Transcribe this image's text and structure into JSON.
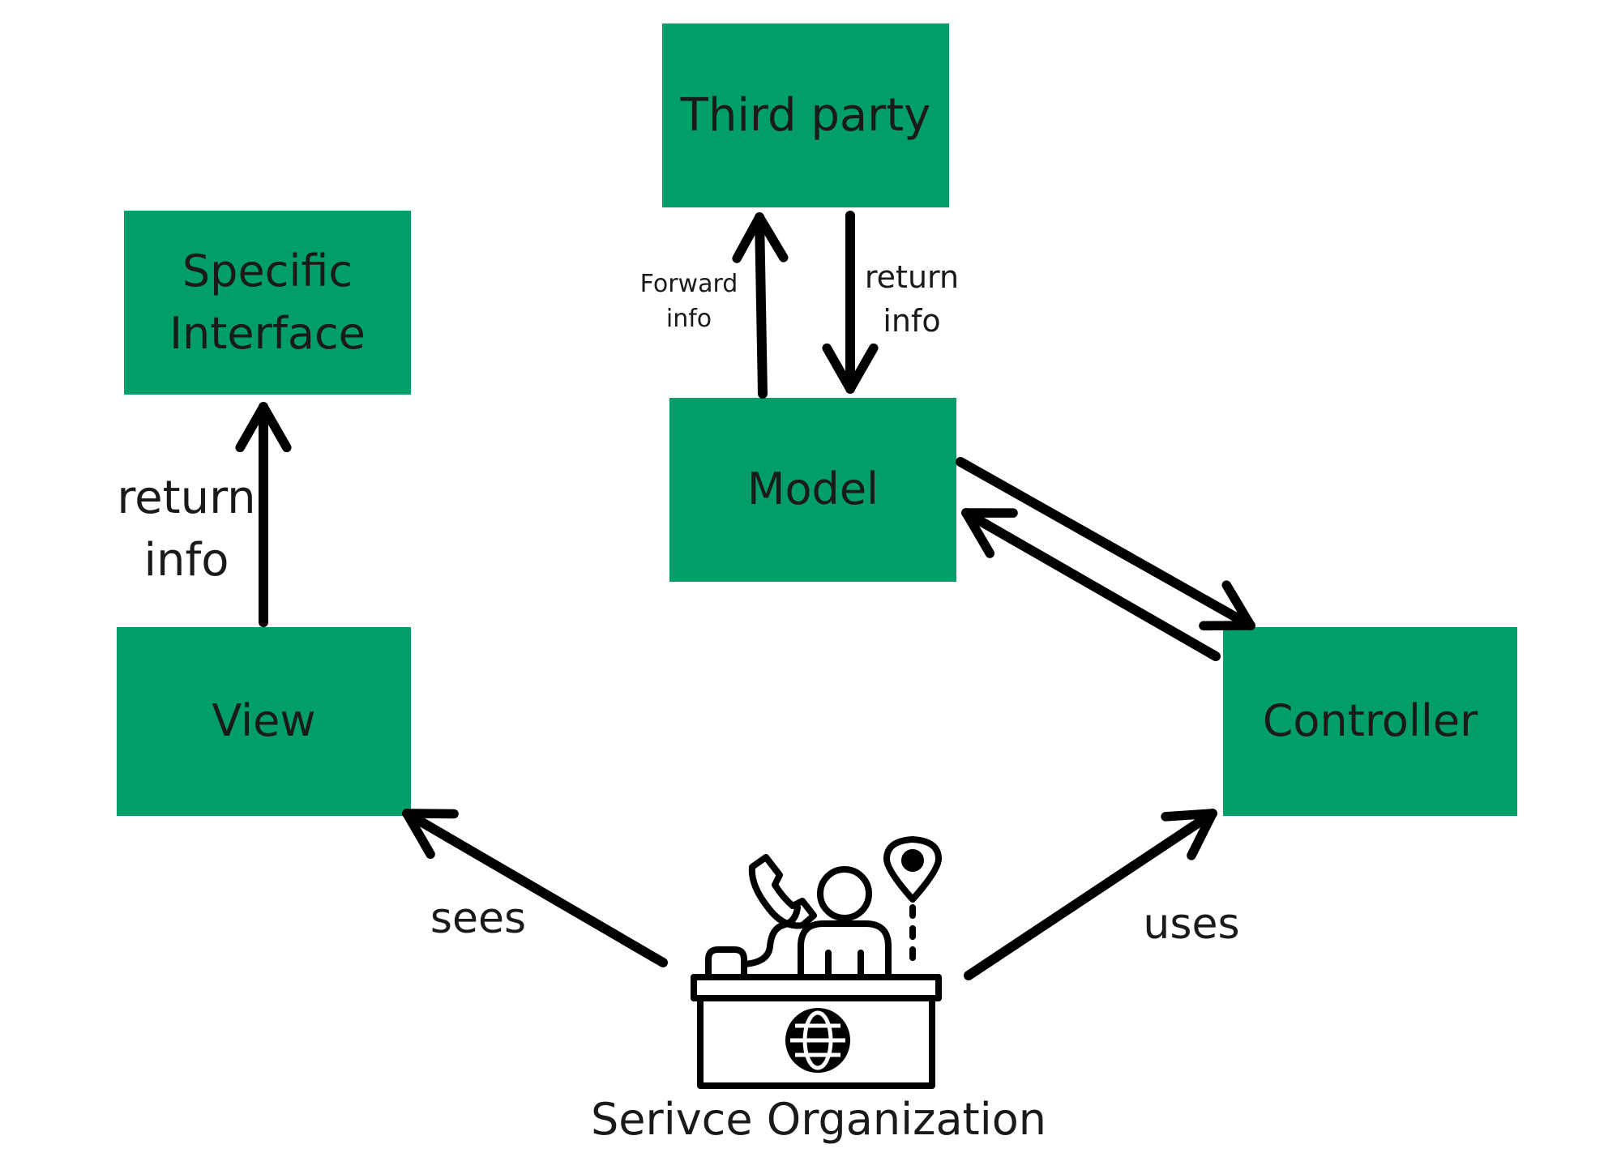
{
  "colors": {
    "box_fill": "#009e68",
    "arrow": "#000000",
    "text": "#1a1a1a",
    "background": "#ffffff"
  },
  "nodes": {
    "third_party": "Third party",
    "specific_interface": "Specific\nInterface",
    "model": "Model",
    "view": "View",
    "controller": "Controller"
  },
  "labels": {
    "forward_info": "Forward\ninfo",
    "return_info_top": "return\ninfo",
    "return_info_left": "return\ninfo",
    "sees": "sees",
    "uses": "uses",
    "service_organization": "Serivce Organization"
  },
  "icons": {
    "actor": "receptionist-desk-icon",
    "phone": "telephone-icon",
    "location": "location-pin-icon",
    "globe": "globe-icon"
  },
  "edges": [
    {
      "from": "model",
      "to": "third_party",
      "label": "Forward info"
    },
    {
      "from": "third_party",
      "to": "model",
      "label": "return info"
    },
    {
      "from": "view",
      "to": "specific_interface",
      "label": "return info"
    },
    {
      "from": "model",
      "to": "controller",
      "label": ""
    },
    {
      "from": "controller",
      "to": "model",
      "label": ""
    },
    {
      "from": "service_organization",
      "to": "view",
      "label": "sees"
    },
    {
      "from": "service_organization",
      "to": "controller",
      "label": "uses"
    }
  ]
}
